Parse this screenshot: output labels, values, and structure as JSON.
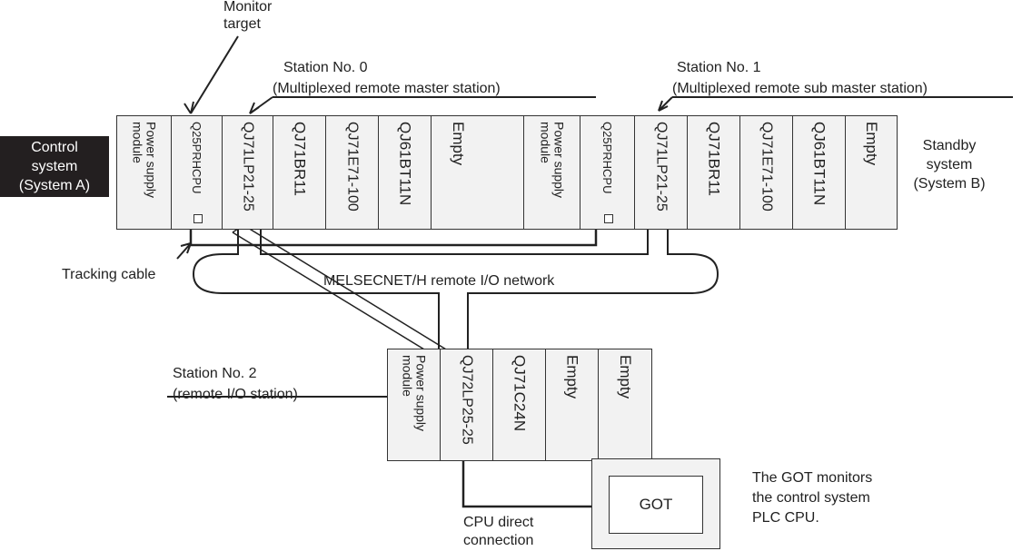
{
  "labels": {
    "monitor_target": "Monitor\ntarget",
    "station0": "Station No. 0",
    "station0_role": "(Multiplexed remote master station)",
    "station1": "Station No. 1",
    "station1_role": "(Multiplexed remote sub master station)",
    "station2": "Station No. 2",
    "station2_role": "(remote I/O station)",
    "tracking_cable": "Tracking cable",
    "network": "MELSECNET/H remote I/O network",
    "cpu_direct": "CPU direct\nconnection",
    "got_note": "The GOT monitors\nthe control system\nPLC CPU."
  },
  "control_system": "Control\nsystem\n(System A)",
  "standby_system": "Standby\nsystem\n(System B)",
  "rack_a": [
    "Power supply\nmodule",
    "Q25PRHCPU",
    "QJ71LP21-25",
    "QJ71BR11",
    "QJ71E71-100",
    "QJ61BT11N",
    "Empty"
  ],
  "rack_b": [
    "Power supply\nmodule",
    "Q25PRHCPU",
    "QJ71LP21-25",
    "QJ71BR11",
    "QJ71E71-100",
    "QJ61BT11N",
    "Empty"
  ],
  "rack_remote": [
    "Power supply\nmodule",
    "QJ72LP25-25",
    "QJ71C24N",
    "Empty",
    "Empty"
  ],
  "got": {
    "label": "GOT"
  }
}
